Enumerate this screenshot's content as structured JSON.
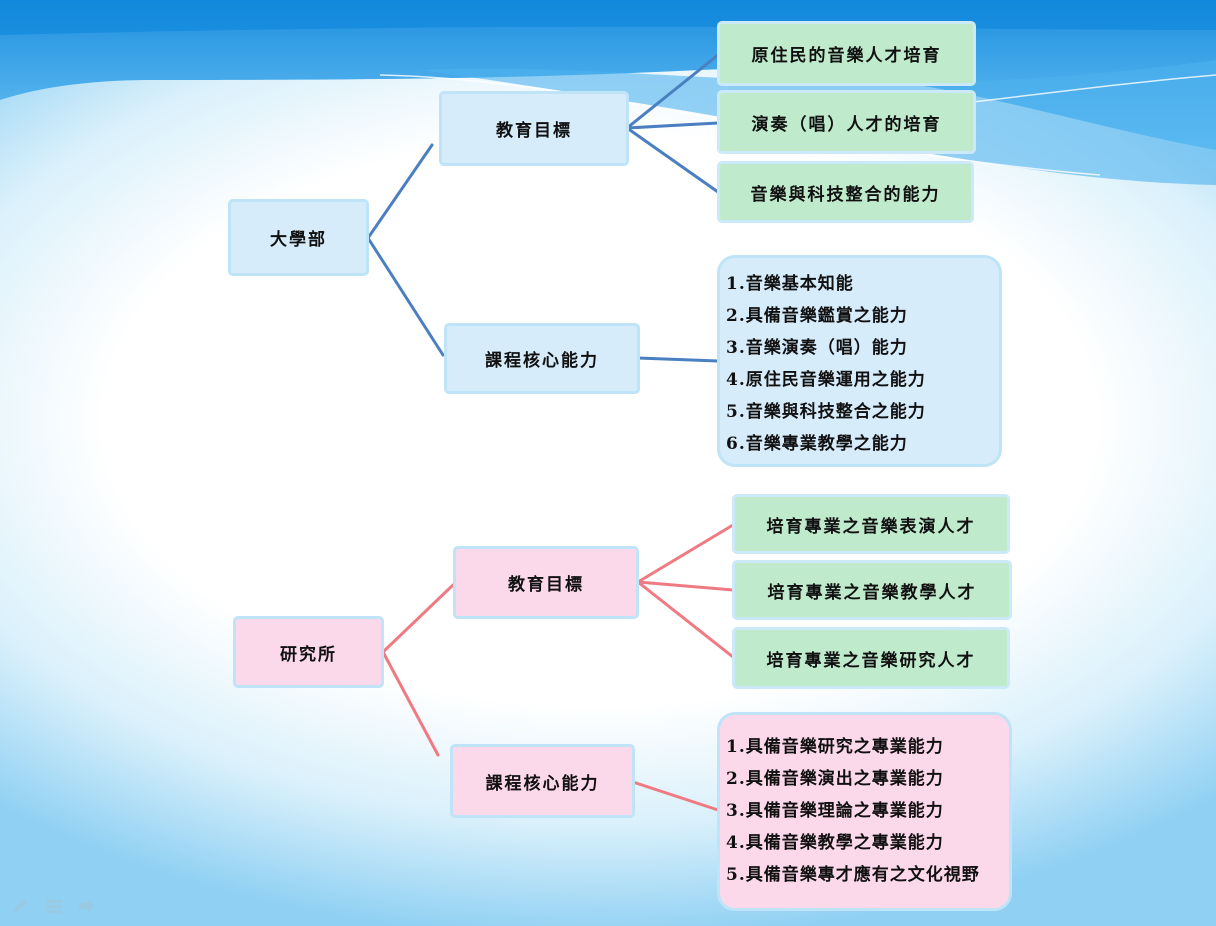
{
  "undergrad": {
    "root": "大學部",
    "goal": {
      "label": "教育目標",
      "items": [
        "原住民的音樂人才培育",
        "演奏（唱）人才的培育",
        "音樂與科技整合的能力"
      ]
    },
    "core": {
      "label": "課程核心能力",
      "items": [
        "1.音樂基本知能",
        "2.具備音樂鑑賞之能力",
        "3.音樂演奏（唱）能力",
        "4.原住民音樂運用之能力",
        "5.音樂與科技整合之能力",
        "6.音樂專業教學之能力"
      ]
    }
  },
  "graduate": {
    "root": "研究所",
    "goal": {
      "label": "教育目標",
      "items": [
        "培育專業之音樂表演人才",
        "培育專業之音樂教學人才",
        "培育專業之音樂研究人才"
      ]
    },
    "core": {
      "label": "課程核心能力",
      "items": [
        "1.具備音樂研究之專業能力",
        "2.具備音樂演出之專業能力",
        "3.具備音樂理論之專業能力",
        "4.具備音樂教學之專業能力",
        "5.具備音樂專才應有之文化視野"
      ]
    }
  },
  "colors": {
    "undergrad_line": "#4a7fc1",
    "graduate_line": "#f07a82",
    "blue_box": "#d6ecfb",
    "pink_box": "#fbd9ea",
    "green_box": "#bfeacb"
  },
  "nav_icons": [
    "pen-icon",
    "menu-icon",
    "arrow-right-icon"
  ]
}
